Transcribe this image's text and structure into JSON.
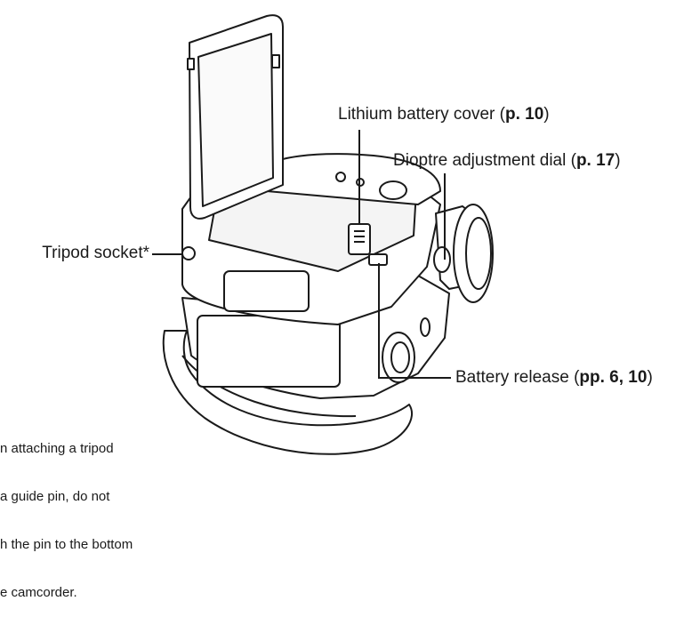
{
  "labels": {
    "lithium": {
      "text": "Lithium battery cover (",
      "page": "p. 10",
      "close": ")"
    },
    "dioptre": {
      "text": "Dioptre adjustment dial (",
      "page": "p. 17",
      "close": ")"
    },
    "tripod": {
      "text": "Tripod socket*"
    },
    "release": {
      "text": "Battery release (",
      "page": "pp. 6, 10",
      "close": ")"
    }
  },
  "footnote": {
    "lines": [
      "n attaching a tripod",
      "a guide pin, do not",
      "h the pin to the bottom",
      "e camcorder."
    ]
  }
}
